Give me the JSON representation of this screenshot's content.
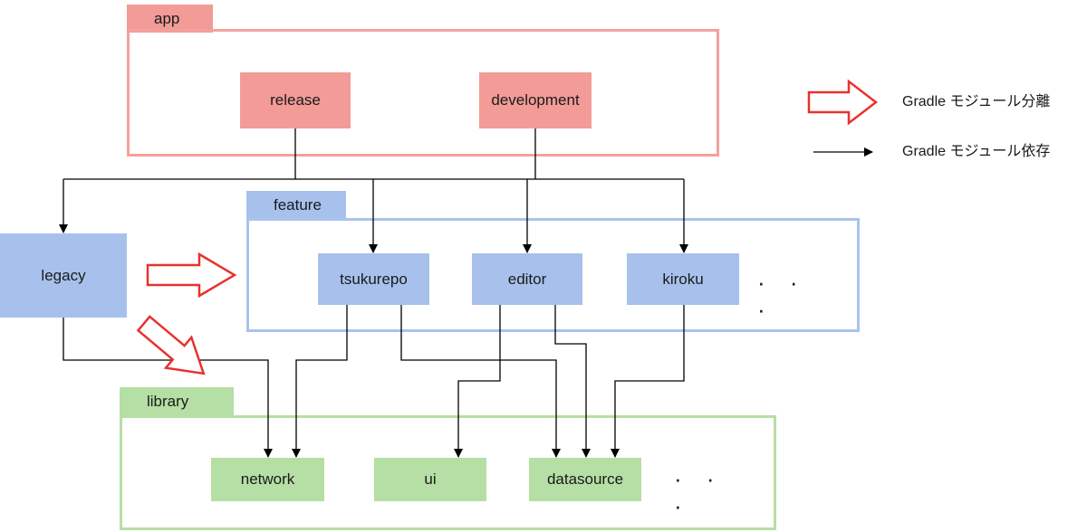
{
  "groups": {
    "app": {
      "label": "app",
      "color": "#f4a19d",
      "tab": "#f29b97"
    },
    "feature": {
      "label": "feature",
      "color": "#a9c3ea",
      "tab": "#a7c1ec"
    },
    "library": {
      "label": "library",
      "color": "#b7dea6",
      "tab": "#b5dfa4"
    }
  },
  "nodes": {
    "release": "release",
    "development": "development",
    "legacy": "legacy",
    "tsukurepo": "tsukurepo",
    "editor": "editor",
    "kiroku": "kiroku",
    "feature_more": "· · ·",
    "network": "network",
    "ui": "ui",
    "datasource": "datasource",
    "library_more": "· · ·"
  },
  "legend": {
    "separation": "Gradle モジュール分離",
    "dependency": "Gradle モジュール依存"
  },
  "colors": {
    "app_fill": "#f29b97",
    "feature_fill": "#a7c1ec",
    "library_fill": "#b5dfa4",
    "separation_arrow": "#e8322e",
    "dependency_arrow": "#000000"
  }
}
